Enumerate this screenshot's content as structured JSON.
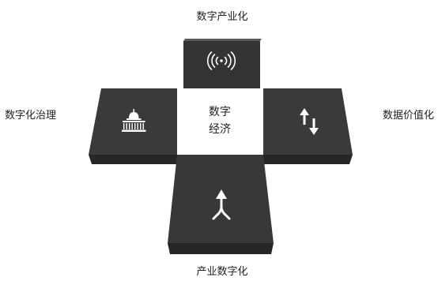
{
  "diagram": {
    "center": {
      "line1": "数字",
      "line2": "经济"
    },
    "top": {
      "label": "数字产业化",
      "icon": "broadcast-signal-icon"
    },
    "left": {
      "label": "数字化治理",
      "icon": "capitol-building-icon"
    },
    "right": {
      "label": "数据价值化",
      "icon": "up-down-arrows-icon"
    },
    "bottom": {
      "label": "产业数字化",
      "icon": "merge-arrow-icon"
    }
  },
  "colors": {
    "panel_face": "#3a3a3a",
    "panel_side": "#5a5a5a",
    "panel_front": "#262626",
    "center_face": "#ffffff",
    "icon": "#ffffff",
    "text": "#222222"
  }
}
